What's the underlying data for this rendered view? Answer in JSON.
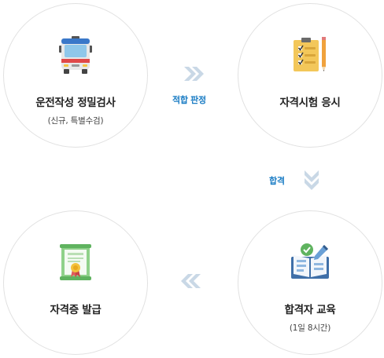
{
  "steps": [
    {
      "title": "운전작성 정밀검사",
      "subtitle": "(신규, 특별수검)",
      "icon": "bus-icon"
    },
    {
      "title": "자격시험 응시",
      "subtitle": "",
      "icon": "checklist-pencil-icon"
    },
    {
      "title": "합격자 교육",
      "subtitle": "(1일 8시간)",
      "icon": "book-education-icon"
    },
    {
      "title": "자격증 발급",
      "subtitle": "",
      "icon": "certificate-icon"
    }
  ],
  "flows": {
    "step1_to_step2": "적합 판정",
    "step2_to_step3": "합격"
  },
  "colors": {
    "flow_text": "#1a7cc4",
    "arrow": "#c9d8e6",
    "circle_border": "#e1e1e1"
  }
}
